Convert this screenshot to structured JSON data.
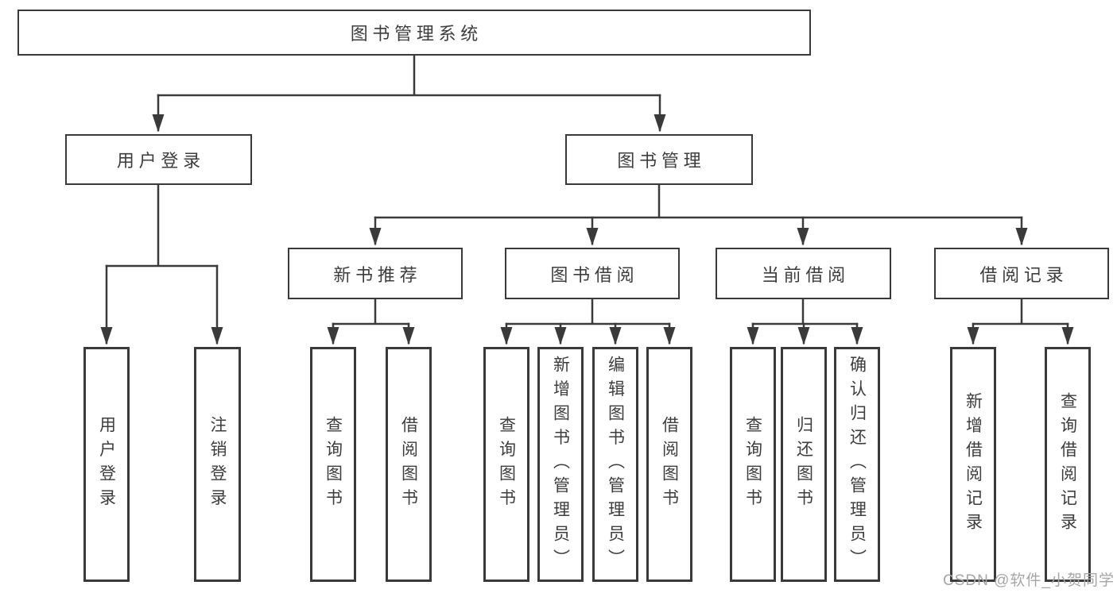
{
  "diagram": {
    "title": "图书管理系统",
    "tree": {
      "root": {
        "label": "图书管理系统",
        "children": [
          {
            "label": "用户登录",
            "children": [
              {
                "label": "用户登录"
              },
              {
                "label": "注销登录"
              }
            ]
          },
          {
            "label": "图书管理",
            "children": [
              {
                "label": "新书推荐",
                "children": [
                  {
                    "label": "查询图书"
                  },
                  {
                    "label": "借阅图书"
                  }
                ]
              },
              {
                "label": "图书借阅",
                "children": [
                  {
                    "label": "查询图书"
                  },
                  {
                    "label": "新增图书（管理员）"
                  },
                  {
                    "label": "编辑图书（管理员）"
                  },
                  {
                    "label": "借阅图书"
                  }
                ]
              },
              {
                "label": "当前借阅",
                "children": [
                  {
                    "label": "查询图书"
                  },
                  {
                    "label": "归还图书"
                  },
                  {
                    "label": "确认归还（管理员）"
                  }
                ]
              },
              {
                "label": "借阅记录",
                "children": [
                  {
                    "label": "新增借阅记录"
                  },
                  {
                    "label": "查询借阅记录"
                  }
                ]
              }
            ]
          }
        ]
      }
    }
  },
  "watermark": {
    "text": "CSDN @软件_小贺同学"
  },
  "colors": {
    "line": "#3a3a3a",
    "box_border": "#3a3a3a",
    "text": "#3d3d3d",
    "background": "#ffffff",
    "watermark": "#a6a6a6"
  }
}
